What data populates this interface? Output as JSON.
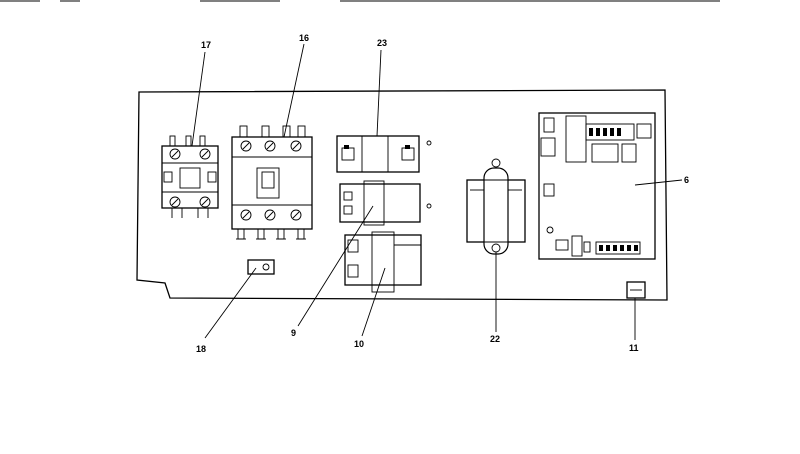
{
  "labels": {
    "p17": "17",
    "p16": "16",
    "p23": "23",
    "p6": "6",
    "p9": "9",
    "p10": "10",
    "p18": "18",
    "p22": "22",
    "p11": "11"
  }
}
